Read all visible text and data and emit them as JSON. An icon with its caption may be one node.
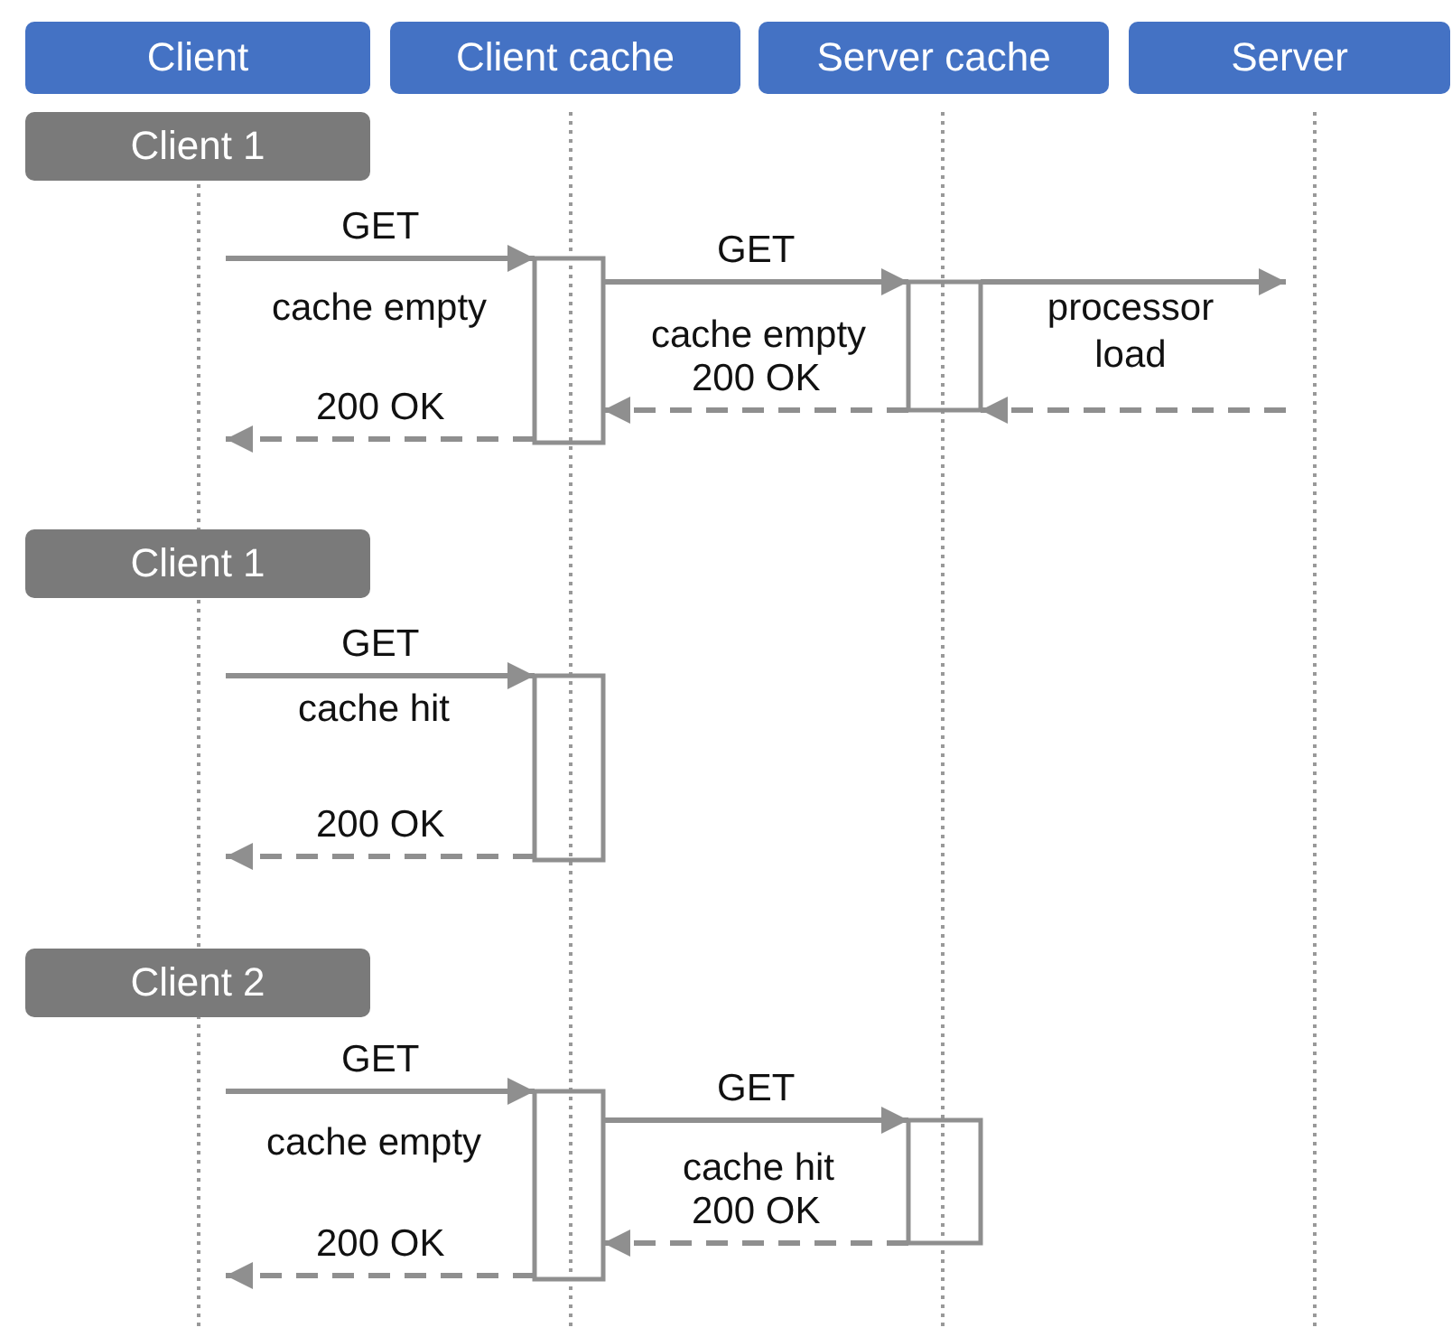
{
  "diagram": {
    "nodes": [
      {
        "text": [
          "Client"
        ]
      },
      {
        "text": [
          "Client cache"
        ]
      },
      {
        "text": [
          "Server cache"
        ]
      },
      {
        "text": [
          "Server"
        ]
      },
      {
        "text": [
          "Client 1"
        ]
      },
      {
        "text": [
          "Client 1"
        ]
      },
      {
        "text": [
          "Client 2"
        ]
      },
      {
        "text": [],
        "shape": "box"
      },
      {
        "text": [],
        "shape": "box"
      },
      {
        "text": [],
        "shape": "box"
      },
      {
        "text": [],
        "shape": "box"
      },
      {
        "text": [],
        "shape": "box"
      }
    ],
    "edges": [
      {
        "from": null,
        "to": 7,
        "arrow": "to",
        "label": "GET"
      },
      {
        "from": 7,
        "to": 8,
        "arrow": "to",
        "label": "GET"
      },
      {
        "from": 8,
        "to": null,
        "arrow": "to"
      },
      {
        "from": null,
        "to": 8,
        "arrow": "to",
        "style": "dashed"
      },
      {
        "from": 8,
        "to": 7,
        "arrow": "to",
        "style": "dashed",
        "label": "200 OK"
      },
      {
        "from": 7,
        "to": null,
        "arrow": "to",
        "style": "dashed",
        "label": "200 OK"
      },
      {
        "from": null,
        "to": 9,
        "arrow": "to",
        "label": "GET"
      },
      {
        "from": 9,
        "to": null,
        "arrow": "to",
        "style": "dashed",
        "label": "200 OK"
      },
      {
        "from": null,
        "to": 10,
        "arrow": "to",
        "label": "GET"
      },
      {
        "from": 10,
        "to": 11,
        "arrow": "to",
        "label": "GET"
      },
      {
        "from": 11,
        "to": 10,
        "arrow": "to",
        "style": "dashed",
        "label": "200 OK"
      },
      {
        "from": 10,
        "to": null,
        "arrow": "to",
        "style": "dashed",
        "label": "200 OK"
      }
    ],
    "labels": [
      "cache empty",
      "cache empty",
      "processor load",
      "cache hit",
      "cache empty",
      "cache hit"
    ]
  }
}
